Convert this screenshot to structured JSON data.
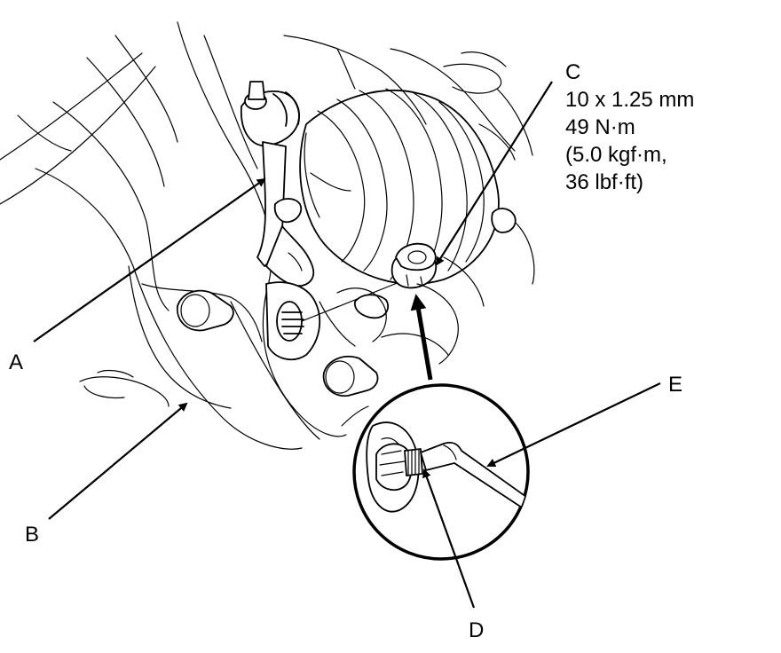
{
  "callouts": {
    "a": "A",
    "b": "B",
    "c": "C",
    "d": "D",
    "e": "E"
  },
  "spec_c": {
    "line1": "10 x 1.25 mm",
    "line2": "49 N·m",
    "line3": "(5.0 kgf·m,",
    "line4": "36 lbf·ft)"
  },
  "colors": {
    "line": "#000000",
    "background": "#ffffff"
  }
}
